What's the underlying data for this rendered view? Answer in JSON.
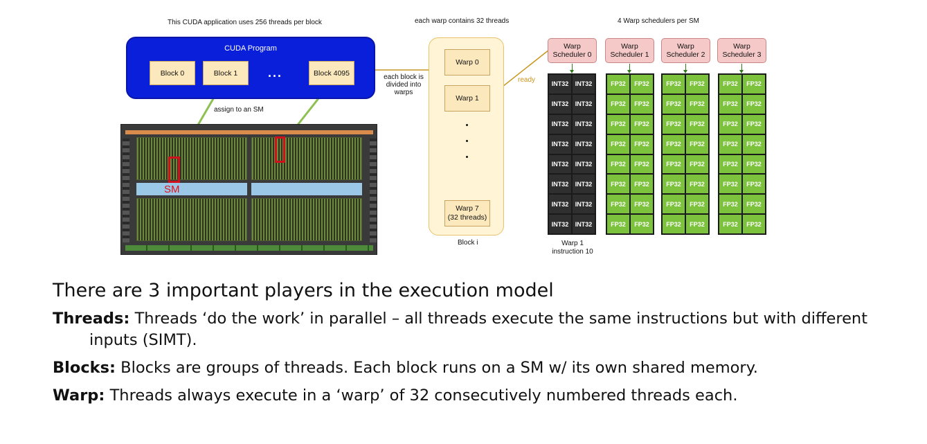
{
  "diagram": {
    "caption_app": "This CUDA application uses 256 threads per block",
    "caption_warp": "each warp contains 32 threads",
    "caption_schedulers": "4 Warp schedulers per SM",
    "cuda_program": {
      "title": "CUDA Program",
      "blocks": [
        "Block 0",
        "Block 1",
        "Block 4095"
      ],
      "ellipsis": "..."
    },
    "assign_label": "assign to an SM",
    "sm_label": "SM",
    "divide_label": "each block is divided into warps",
    "block_i": {
      "label": "Block i",
      "warps": [
        {
          "line1": "Warp 0",
          "line2": ""
        },
        {
          "line1": "Warp 1",
          "line2": ""
        },
        {
          "line1": "Warp 7",
          "line2": "(32 threads)"
        }
      ]
    },
    "ready_label": "ready",
    "schedulers": [
      {
        "line1": "Warp",
        "line2": "Scheduler 0",
        "unit": "INT32"
      },
      {
        "line1": "Warp",
        "line2": "Scheduler 1",
        "unit": "FP32"
      },
      {
        "line1": "Warp",
        "line2": "Scheduler 2",
        "unit": "FP32"
      },
      {
        "line1": "Warp",
        "line2": "Scheduler 3",
        "unit": "FP32"
      }
    ],
    "instruction_label": {
      "line1": "Warp 1",
      "line2": "instruction 10"
    },
    "colors": {
      "cuda_program_bg": "#0a1fd9",
      "block_fill": "#fbe8bd",
      "scheduler_fill": "#f6c9c9",
      "fp32_fill": "#7cc23d",
      "int32_fill": "#2f2f2f",
      "arrow_green": "#8cc152",
      "sm_highlight": "#d0101a",
      "ready_line": "#c8961e"
    }
  },
  "text": {
    "intro": "There are 3 important players in the execution model",
    "points": [
      {
        "term": "Threads:",
        "desc": "Threads ‘do the work’ in parallel – all threads execute the same instructions but with different inputs (SIMT)."
      },
      {
        "term": "Blocks:",
        "desc": "Blocks are groups of threads. Each block runs on a SM w/ its own shared memory."
      },
      {
        "term": "Warp:",
        "desc": "Threads always execute in a ‘warp’ of 32 consecutively numbered threads each."
      }
    ]
  }
}
